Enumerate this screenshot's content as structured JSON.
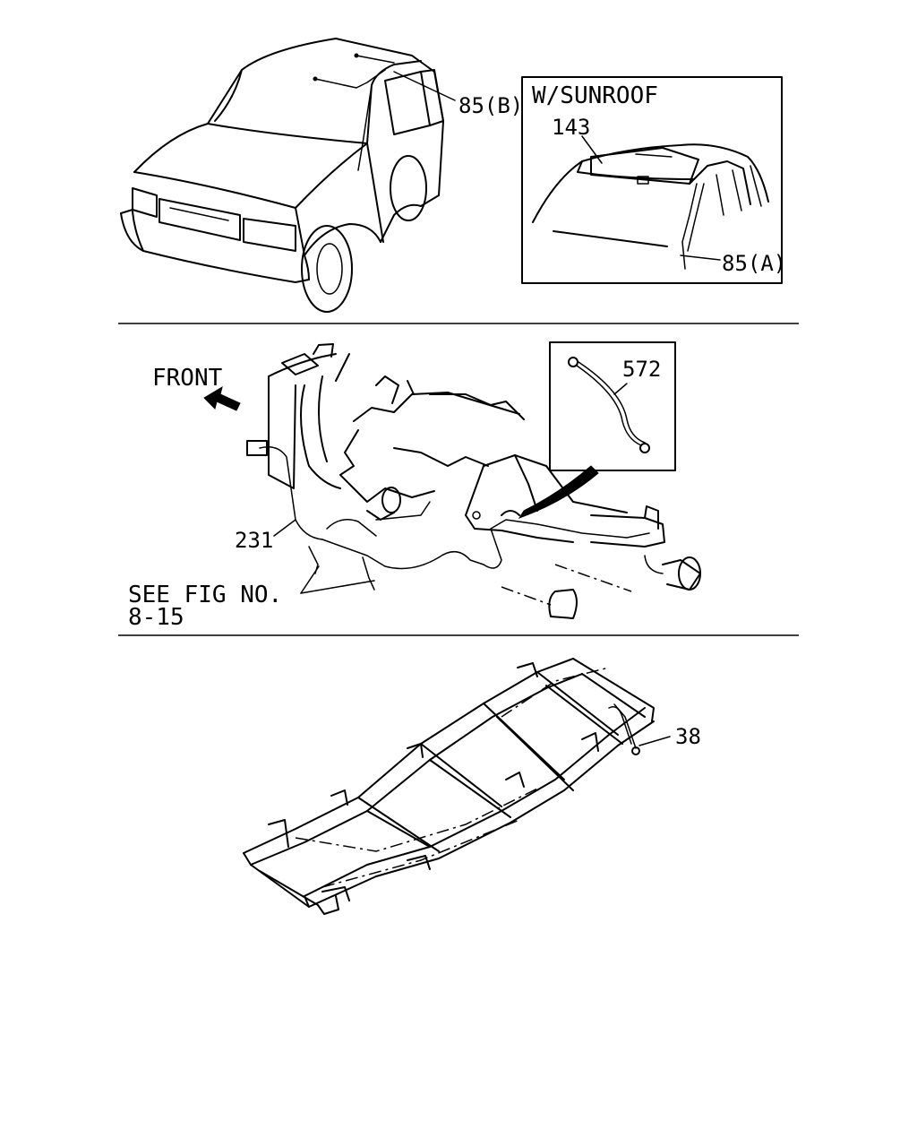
{
  "colors": {
    "line": "#000000",
    "background": "#ffffff"
  },
  "callouts": {
    "label_85b": "85(B)",
    "label_85a": "85(A)",
    "label_143": "143",
    "sunroof_title": "W/SUNROOF",
    "label_572": "572",
    "label_231": "231",
    "front_label": "FRONT",
    "see_fig_line1": "SEE FIG NO.",
    "see_fig_line2": "8-15",
    "label_38": "38"
  },
  "icons": {
    "front_arrow": "arrow-left-icon"
  }
}
